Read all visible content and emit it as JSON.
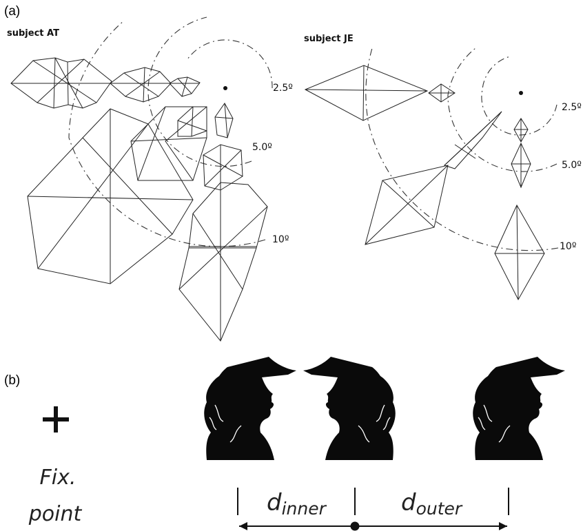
{
  "panel_a": {
    "label": "(a)",
    "left_plot": {
      "subject": "subject AT",
      "eccentricities": [
        "2.5º",
        "5.0º",
        "10º"
      ]
    },
    "right_plot": {
      "subject": "subject JE",
      "eccentricities": [
        "2.5º",
        "5.0º",
        "10º"
      ]
    }
  },
  "panel_b": {
    "label": "(b)",
    "fixation_line1": "Fix.",
    "fixation_line2": "point",
    "d_inner_symbol": "d",
    "d_inner_sub": "inner",
    "d_outer_symbol": "d",
    "d_outer_sub": "outer",
    "colors": {
      "ink": "#111111",
      "silhouette": "#0a0a0a"
    }
  }
}
